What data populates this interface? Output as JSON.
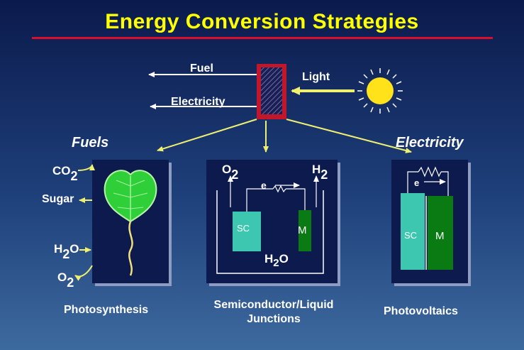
{
  "title": "Energy Conversion Strategies",
  "top": {
    "fuel_label": "Fuel",
    "light_label": "Light",
    "electricity_label": "Electricity"
  },
  "sections": {
    "fuels_heading": "Fuels",
    "electricity_heading": "Electricity"
  },
  "photosynthesis": {
    "co2": "CO",
    "co2_sub": "2",
    "sugar": "Sugar",
    "h2o_h": "H",
    "h2o_sub": "2",
    "h2o_o": "O",
    "o2": "O",
    "o2_sub": "2",
    "caption": "Photosynthesis"
  },
  "junction": {
    "o2": "O",
    "o2_sub": "2",
    "h2": "H",
    "h2_sub": "2",
    "electron": "e",
    "sc": "SC",
    "m": "M",
    "h2o": "H",
    "h2o_sub": "2",
    "h2o_o": "O",
    "caption_line1": "Semiconductor/Liquid",
    "caption_line2": "Junctions"
  },
  "photovoltaic": {
    "electron": "e",
    "sc": "SC",
    "m": "M",
    "caption": "Photovoltaics"
  },
  "colors": {
    "title": "#ffff00",
    "accent_red": "#d90f2d",
    "sun": "#ffe21a",
    "light_arrow": "#f0f070",
    "leaf": "#2fcf3a",
    "sc_block": "#3ec7b0",
    "m_block": "#0a7a12",
    "panel": "#0d1a4e"
  }
}
